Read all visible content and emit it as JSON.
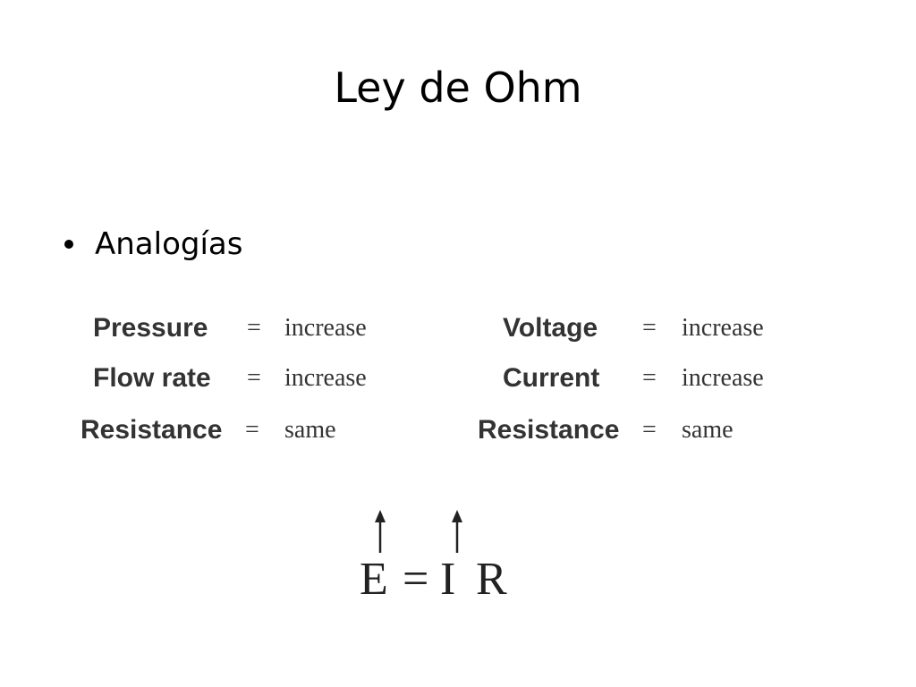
{
  "slide": {
    "title": "Ley de Ohm",
    "bullet": "Analogías"
  },
  "analogy_left": {
    "rows": [
      {
        "term": "Pressure",
        "eq": "=",
        "value": "increase"
      },
      {
        "term": "Flow rate",
        "eq": "=",
        "value": "increase"
      },
      {
        "term": "Resistance",
        "eq": "=",
        "value": "same"
      }
    ]
  },
  "analogy_right": {
    "rows": [
      {
        "term": "Voltage",
        "eq": "=",
        "value": "increase"
      },
      {
        "term": "Current",
        "eq": "=",
        "value": "increase"
      },
      {
        "term": "Resistance",
        "eq": "=",
        "value": "same"
      }
    ]
  },
  "formula": {
    "e": "E",
    "eq": "=",
    "i": "I",
    "r": "R"
  },
  "icons": [
    "up-arrow-icon",
    "up-arrow-icon"
  ]
}
